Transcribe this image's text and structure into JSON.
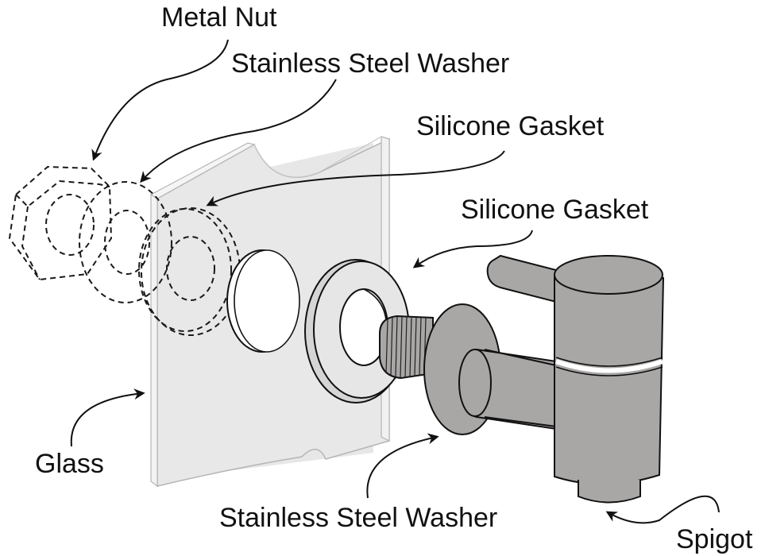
{
  "title": "Spigot installation exploded diagram",
  "colors": {
    "background": "#ffffff",
    "glass_fill": "#e8e8e8",
    "glass_edge": "#b5b5b5",
    "metal_fill": "#a9a6a6",
    "gasket_fill": "#e6e6e6",
    "line": "#111111"
  },
  "labels": {
    "metal_nut": "Metal Nut",
    "steel_washer_top": "Stainless Steel Washer",
    "silicone_gasket_top": "Silicone Gasket",
    "silicone_gasket_mid": "Silicone Gasket",
    "glass": "Glass",
    "steel_washer_bottom": "Stainless Steel Washer",
    "spigot": "Spigot"
  }
}
